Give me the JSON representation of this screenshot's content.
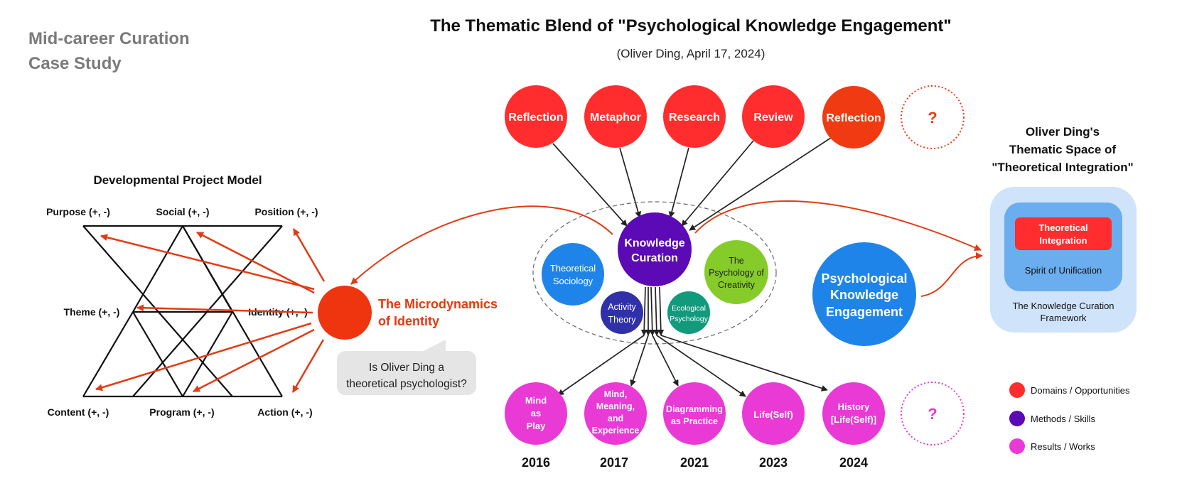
{
  "corner_title": {
    "line1": "Mid-career Curation",
    "line2": "Case Study"
  },
  "title": "The Thematic Blend of \"Psychological Knowledge Engagement\"",
  "subtitle": "(Oliver Ding, April 17, 2024)",
  "dpm": {
    "heading": "Developmental Project Model",
    "labels": {
      "purpose": "Purpose (+, -)",
      "social": "Social (+, -)",
      "position": "Position (+, -)",
      "theme": "Theme (+, -)",
      "identity": "Identity (+, -)",
      "content": "Content (+, -)",
      "program": "Program (+, -)",
      "action": "Action (+, -)"
    }
  },
  "microdynamics": {
    "line1": "The Microdynamics",
    "line2": "of Identity"
  },
  "bubble": {
    "line1": "Is Oliver Ding a",
    "line2": "theoretical psychologist?"
  },
  "domains": [
    {
      "label": "Reflection",
      "color": "#ff2d2d"
    },
    {
      "label": "Metaphor",
      "color": "#ff2d2d"
    },
    {
      "label": "Research",
      "color": "#ff2d2d"
    },
    {
      "label": "Review",
      "color": "#ff2d2d"
    },
    {
      "label": "Reflection",
      "color": "#f03a12"
    },
    {
      "label": "?",
      "color": "#f03a12"
    }
  ],
  "core": {
    "line1": "Knowledge",
    "line2": "Curation",
    "color": "#5b0ab5"
  },
  "methods": {
    "sociology": {
      "line1": "Theoretical",
      "line2": "Sociology",
      "color": "#1f84ea"
    },
    "activity": {
      "line1": "Activity",
      "line2": "Theory",
      "color": "#3030a8"
    },
    "ecological": {
      "line1": "Ecological",
      "line2": "Psychology",
      "color": "#129a7c"
    },
    "creativity": {
      "line1": "The",
      "line2": "Psychology of",
      "line3": "Creativity",
      "color": "#85cc2a"
    }
  },
  "results": [
    {
      "line1": "Mind",
      "line2": "as",
      "line3": "Play"
    },
    {
      "line1": "Mind,",
      "line2": "Meaning,",
      "line3": "and",
      "line4": "Experience"
    },
    {
      "line1": "Diagramming",
      "line2": "as Practice"
    },
    {
      "line1": "Life(Self)"
    },
    {
      "line1": "History",
      "line2": "[Life(Self)]"
    },
    {
      "line1": "?"
    }
  ],
  "results_color": "#e93ad5",
  "years": [
    "2016",
    "2017",
    "2021",
    "2023",
    "2024"
  ],
  "pke": {
    "line1": "Psychological",
    "line2": "Knowledge",
    "line3": "Engagement",
    "color": "#1f84ea"
  },
  "thematic_space": {
    "heading1": "Oliver Ding's",
    "heading2": "Thematic Space of",
    "heading3": "\"Theoretical Integration\"",
    "red_line1": "Theoretical",
    "red_line2": "Integration",
    "spirit": "Spirit of Unification",
    "framework_line1": "The Knowledge Curation",
    "framework_line2": "Framework"
  },
  "legend": [
    {
      "label": "Domains / Opportunities",
      "color": "#ff2d2d"
    },
    {
      "label": "Methods / Skills",
      "color": "#5b0ab5"
    },
    {
      "label": "Results / Works",
      "color": "#e93ad5"
    }
  ],
  "colors": {
    "accent_red": "#e8380f",
    "arrow_red": "#e23b14",
    "text_gray": "#7a7a7a"
  }
}
